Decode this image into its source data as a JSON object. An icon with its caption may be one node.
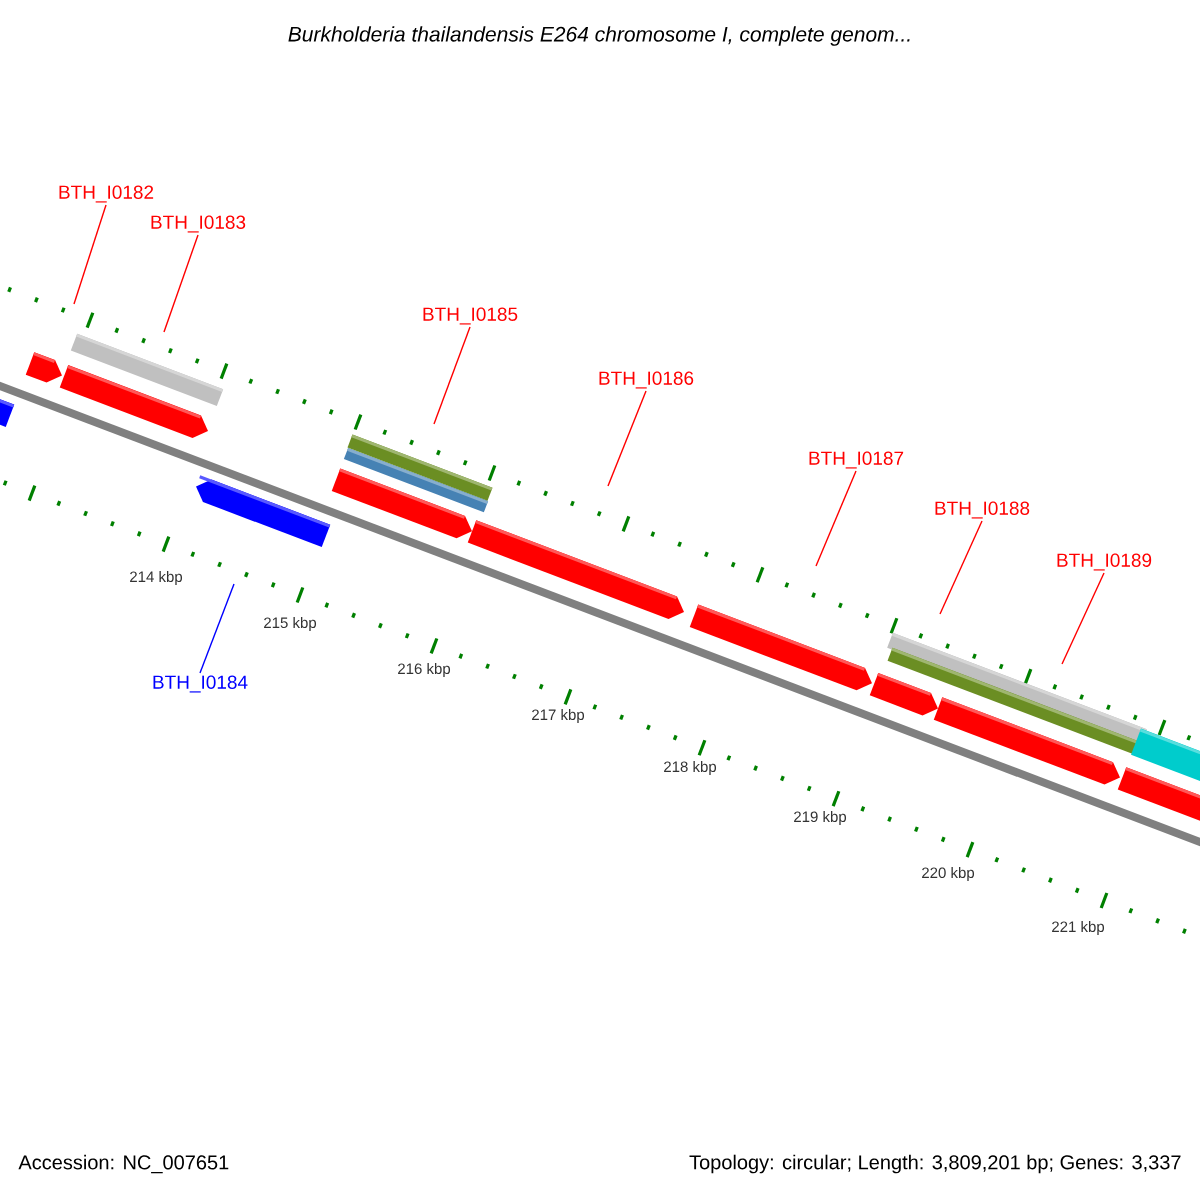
{
  "diagram": {
    "title": "Burkholderia thailandensis E264 chromosome I, complete genom...",
    "nodes": [
      {
        "text": [
          "BTH_I0182"
        ]
      },
      {
        "text": [
          "BTH_I0183"
        ]
      },
      {
        "text": [
          "BTH_I0185"
        ]
      },
      {
        "text": [
          "BTH_I0186"
        ]
      },
      {
        "text": [
          "BTH_I0187"
        ]
      },
      {
        "text": [
          "BTH_I0188"
        ]
      },
      {
        "text": [
          "BTH_I0189"
        ]
      },
      {
        "text": [
          "BTH_I0184"
        ]
      }
    ],
    "edges": [
      {
        "from": 0,
        "to": null,
        "arrow": "none"
      },
      {
        "from": 1,
        "to": null,
        "arrow": "none"
      },
      {
        "from": 2,
        "to": null,
        "arrow": "none"
      },
      {
        "from": 3,
        "to": null,
        "arrow": "none"
      },
      {
        "from": 4,
        "to": null,
        "arrow": "none"
      },
      {
        "from": 5,
        "to": null,
        "arrow": "none"
      },
      {
        "from": 6,
        "to": null,
        "arrow": "none"
      },
      {
        "from": 7,
        "to": null,
        "arrow": "none",
        "color": "#0000ff"
      }
    ],
    "labels": [
      "214 kbp",
      "215 kbp",
      "216 kbp",
      "217 kbp",
      "218 kbp",
      "219 kbp",
      "220 kbp",
      "221 kbp",
      "Accession: NC_007651",
      "Topology: circular; Length: 3,809,201 bp; Genes: 3,337"
    ]
  }
}
